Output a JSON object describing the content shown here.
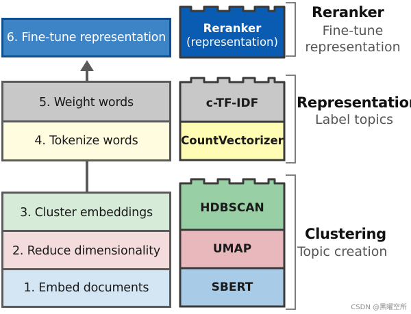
{
  "pipeline_steps": {
    "fine_tune": "6. Fine-tune representation",
    "weight_words": "5. Weight words",
    "tokenize_words": "4. Tokenize words",
    "cluster_embeddings": "3. Cluster embeddings",
    "reduce_dimensionality": "2. Reduce dimensionality",
    "embed_documents": "1. Embed documents"
  },
  "components": {
    "reranker_title": "Reranker",
    "reranker_sub": "(representation)",
    "ctfidf": "c-TF-IDF",
    "countvectorizer": "CountVectorizer",
    "hdbscan": "HDBSCAN",
    "umap": "UMAP",
    "sbert": "SBERT"
  },
  "groups": {
    "reranker": {
      "title": "Reranker",
      "subtitle": "Fine-tune representation"
    },
    "representation": {
      "title": "Representation",
      "subtitle": "Label topics"
    },
    "clustering": {
      "title": "Clustering",
      "subtitle": "Topic creation"
    }
  },
  "watermark": "CSDN @黑曜空所",
  "colors": {
    "blue": "#3d84c6",
    "blue_dark": "#0a5bb2",
    "gray": "#c8c8c8",
    "yellow": "#fffce0",
    "green": "#d6ecd9",
    "green_dark": "#99cfa5",
    "pink": "#f5dcdc",
    "pink_dark": "#e9b8bd",
    "lightblue": "#d4e5f3",
    "lightblue_dark": "#a8cbe7",
    "yellow_bright": "#fffdb4",
    "outline": "#5a5a5a"
  }
}
